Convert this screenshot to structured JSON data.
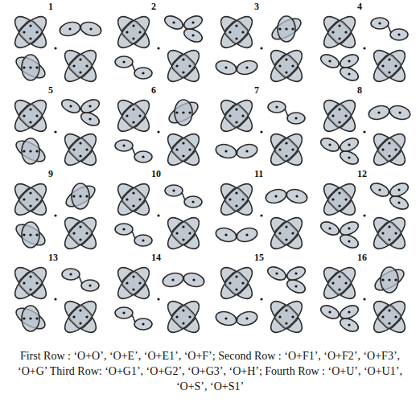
{
  "diagram": {
    "caption": "First Row : ‘O+O’, ‘O+E’, ‘O+E1’, ‘O+F’; Second Row : ‘O+F1’, ‘O+F2’, ‘O+F3’, ‘O+G’ Third Row: ‘O+G1’, ‘O+G2’, ‘O+G3’, ‘O+H’; Fourth Row : ‘O+U’, ‘O+U1’, ‘O+S’, ‘O+S1’",
    "labels": [
      "1",
      "2",
      "3",
      "4",
      "5",
      "6",
      "7",
      "8",
      "9",
      "10",
      "11",
      "12",
      "13",
      "14",
      "15",
      "16"
    ]
  }
}
